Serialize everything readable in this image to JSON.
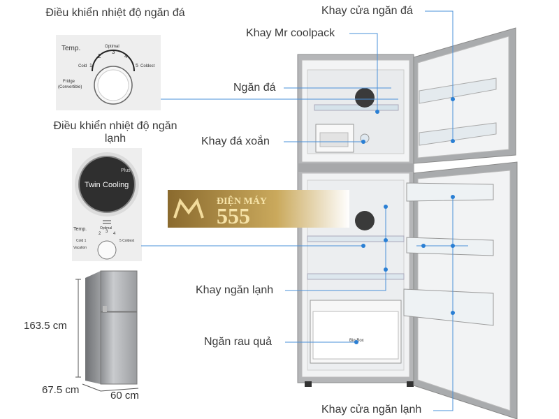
{
  "callouts": {
    "freezer_door_tray": "Khay cửa ngăn đá",
    "coolpack_tray": "Khay Mr coolpack",
    "freezer": "Ngăn đá",
    "twist_ice_tray": "Khay đá xoắn",
    "fridge_shelf": "Khay ngăn lạnh",
    "vegetable_drawer": "Ngăn rau quả",
    "fridge_door_tray": "Khay cửa ngăn lạnh"
  },
  "freezer_control": {
    "title": "Điều khiển nhiệt độ ngăn đá",
    "temp_label": "Temp.",
    "optimal": "Optimal",
    "n1": "1",
    "cold": "Cold",
    "n2": "2",
    "n3": "3",
    "n4": "4",
    "n5": "5",
    "coldest": "Coldest",
    "fridge_conv": "Fridge",
    "fridge_conv2": "(Convertible)"
  },
  "fridge_control": {
    "title": "Điều khiển nhiệt độ ngăn lạnh",
    "twin": "Twin",
    "cooling": "Cooling",
    "plus": "Plus",
    "temp_label": "Temp.",
    "optimal": "Optimal",
    "cold": "Cold 1",
    "n2": "2",
    "n3": "3",
    "n4": "4",
    "coldest": "5 Coldest",
    "vacation": "Vacation"
  },
  "dimensions": {
    "height": "163.5 cm",
    "depth": "67.5 cm",
    "width": "60 cm"
  },
  "watermark": {
    "line1": "ĐIỆN MÁY",
    "line2": "555"
  },
  "drawer_label": "Big Box",
  "colors": {
    "callout_line": "#4a90d9",
    "dot": "#2a7fd4",
    "gold": "#c8a85a"
  }
}
